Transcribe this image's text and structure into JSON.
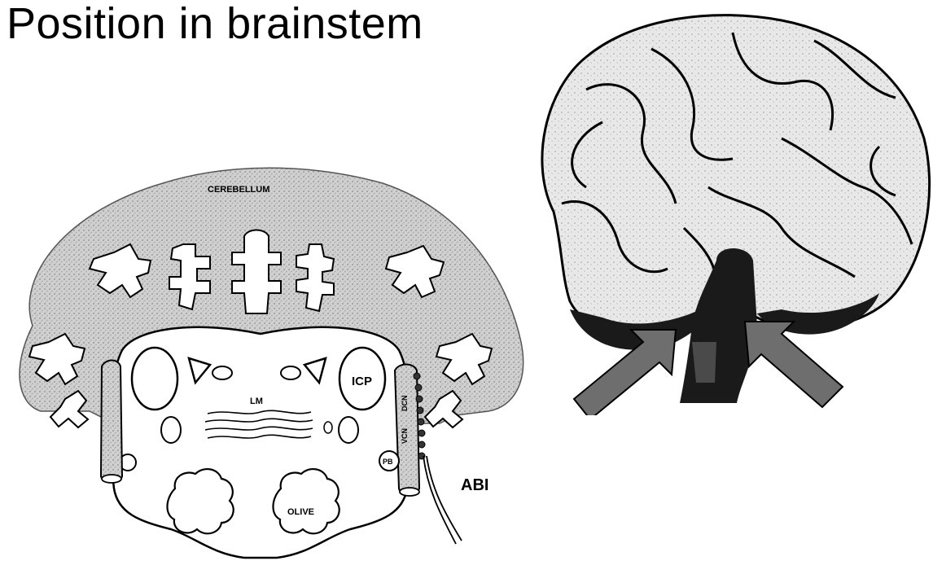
{
  "slide": {
    "title": "Position in brainstem"
  },
  "diagram": {
    "labels": {
      "cerebellum": "CEREBELLUM",
      "icp": "ICP",
      "lm": "LM",
      "olive": "OLIVE",
      "pb": "PB",
      "dcn": "DCN",
      "vcn": "VCN",
      "abi": "ABI"
    },
    "colors": {
      "cerebellum_fill": "#c9c9c9",
      "stroke": "#000000",
      "brainstem_fill": "#ffffff"
    }
  },
  "brain_illustration": {
    "colors": {
      "brain": "#e6e6e6",
      "brainstem": "#1a1a1a",
      "arrows": "#6e6e6e"
    },
    "arrow_count": 2
  }
}
